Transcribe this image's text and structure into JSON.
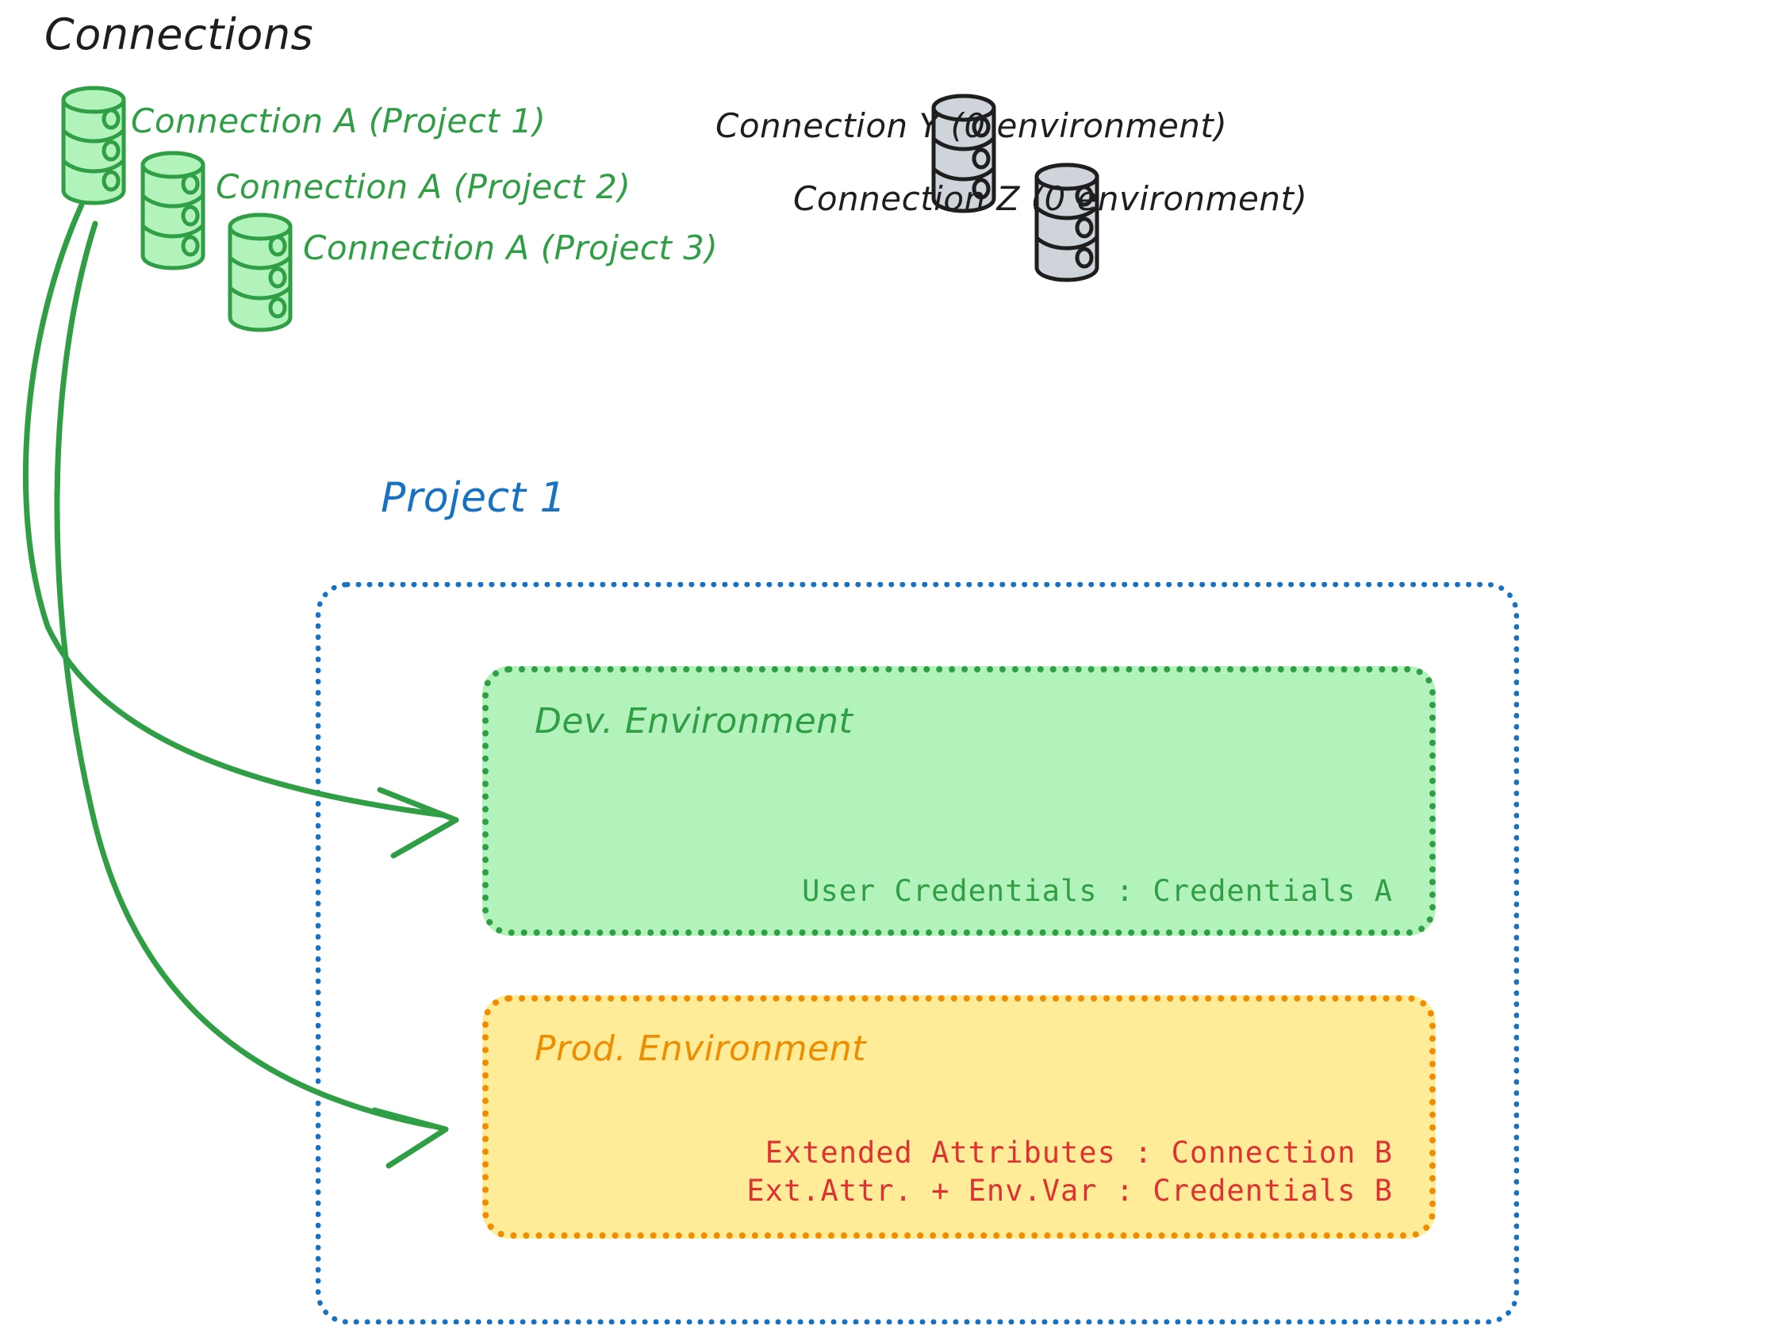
{
  "diagram": {
    "title": "Connections",
    "project_title": "Project 1"
  },
  "colors": {
    "green_stroke": "#2f9e44",
    "green_fill": "#b2f2bb",
    "gray_stroke": "#1e1e1e",
    "gray_fill": "#ced4da",
    "blue": "#1971c2",
    "orange": "#f08c00",
    "yellow_fill": "#ffec99",
    "red": "#e03131",
    "black": "#1e1e1e"
  },
  "connections": {
    "green": [
      {
        "icon": "database-icon",
        "label": "Connection A (Project 1)"
      },
      {
        "icon": "database-icon",
        "label": "Connection A (Project 2)"
      },
      {
        "icon": "database-icon",
        "label": "Connection A (Project 3)"
      }
    ],
    "gray": [
      {
        "icon": "database-icon",
        "label": "Connection Y (0 environment)"
      },
      {
        "icon": "database-icon",
        "label": "Connection Z (0 environment)"
      }
    ]
  },
  "environments": [
    {
      "name": "dev",
      "title": "Dev. Environment",
      "details": [
        "User Credentials : Credentials A"
      ]
    },
    {
      "name": "prod",
      "title": "Prod. Environment",
      "details": [
        "Extended Attributes : Connection B",
        "Ext.Attr. + Env.Var : Credentials B"
      ]
    }
  ],
  "arrows": [
    {
      "name": "arrow-connection-a-to-dev",
      "from": "Connection A (Project 1)",
      "to": "Dev. Environment"
    },
    {
      "name": "arrow-connection-a-to-prod",
      "from": "Connection A (Project 1)",
      "to": "Prod. Environment"
    }
  ]
}
